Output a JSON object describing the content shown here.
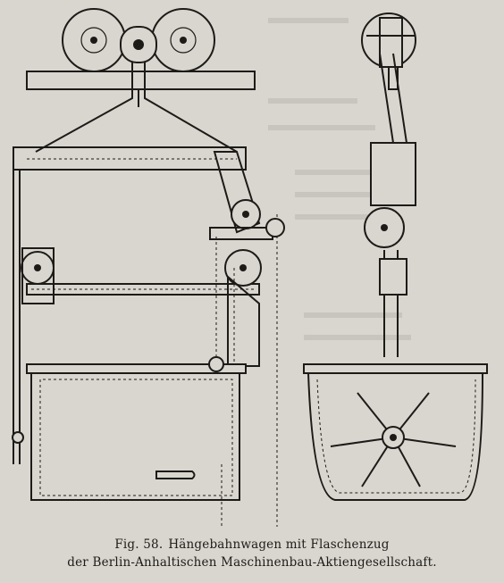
{
  "figure": {
    "label": "Fig. 58.",
    "caption_line1": "Hängebahnwagen mit Flaschenzug",
    "caption_line2": "der Berlin-Anhaltischen Maschinenbau-Aktiengesellschaft."
  },
  "colors": {
    "paper": "#d9d6cf",
    "ink": "#1d1b18"
  }
}
